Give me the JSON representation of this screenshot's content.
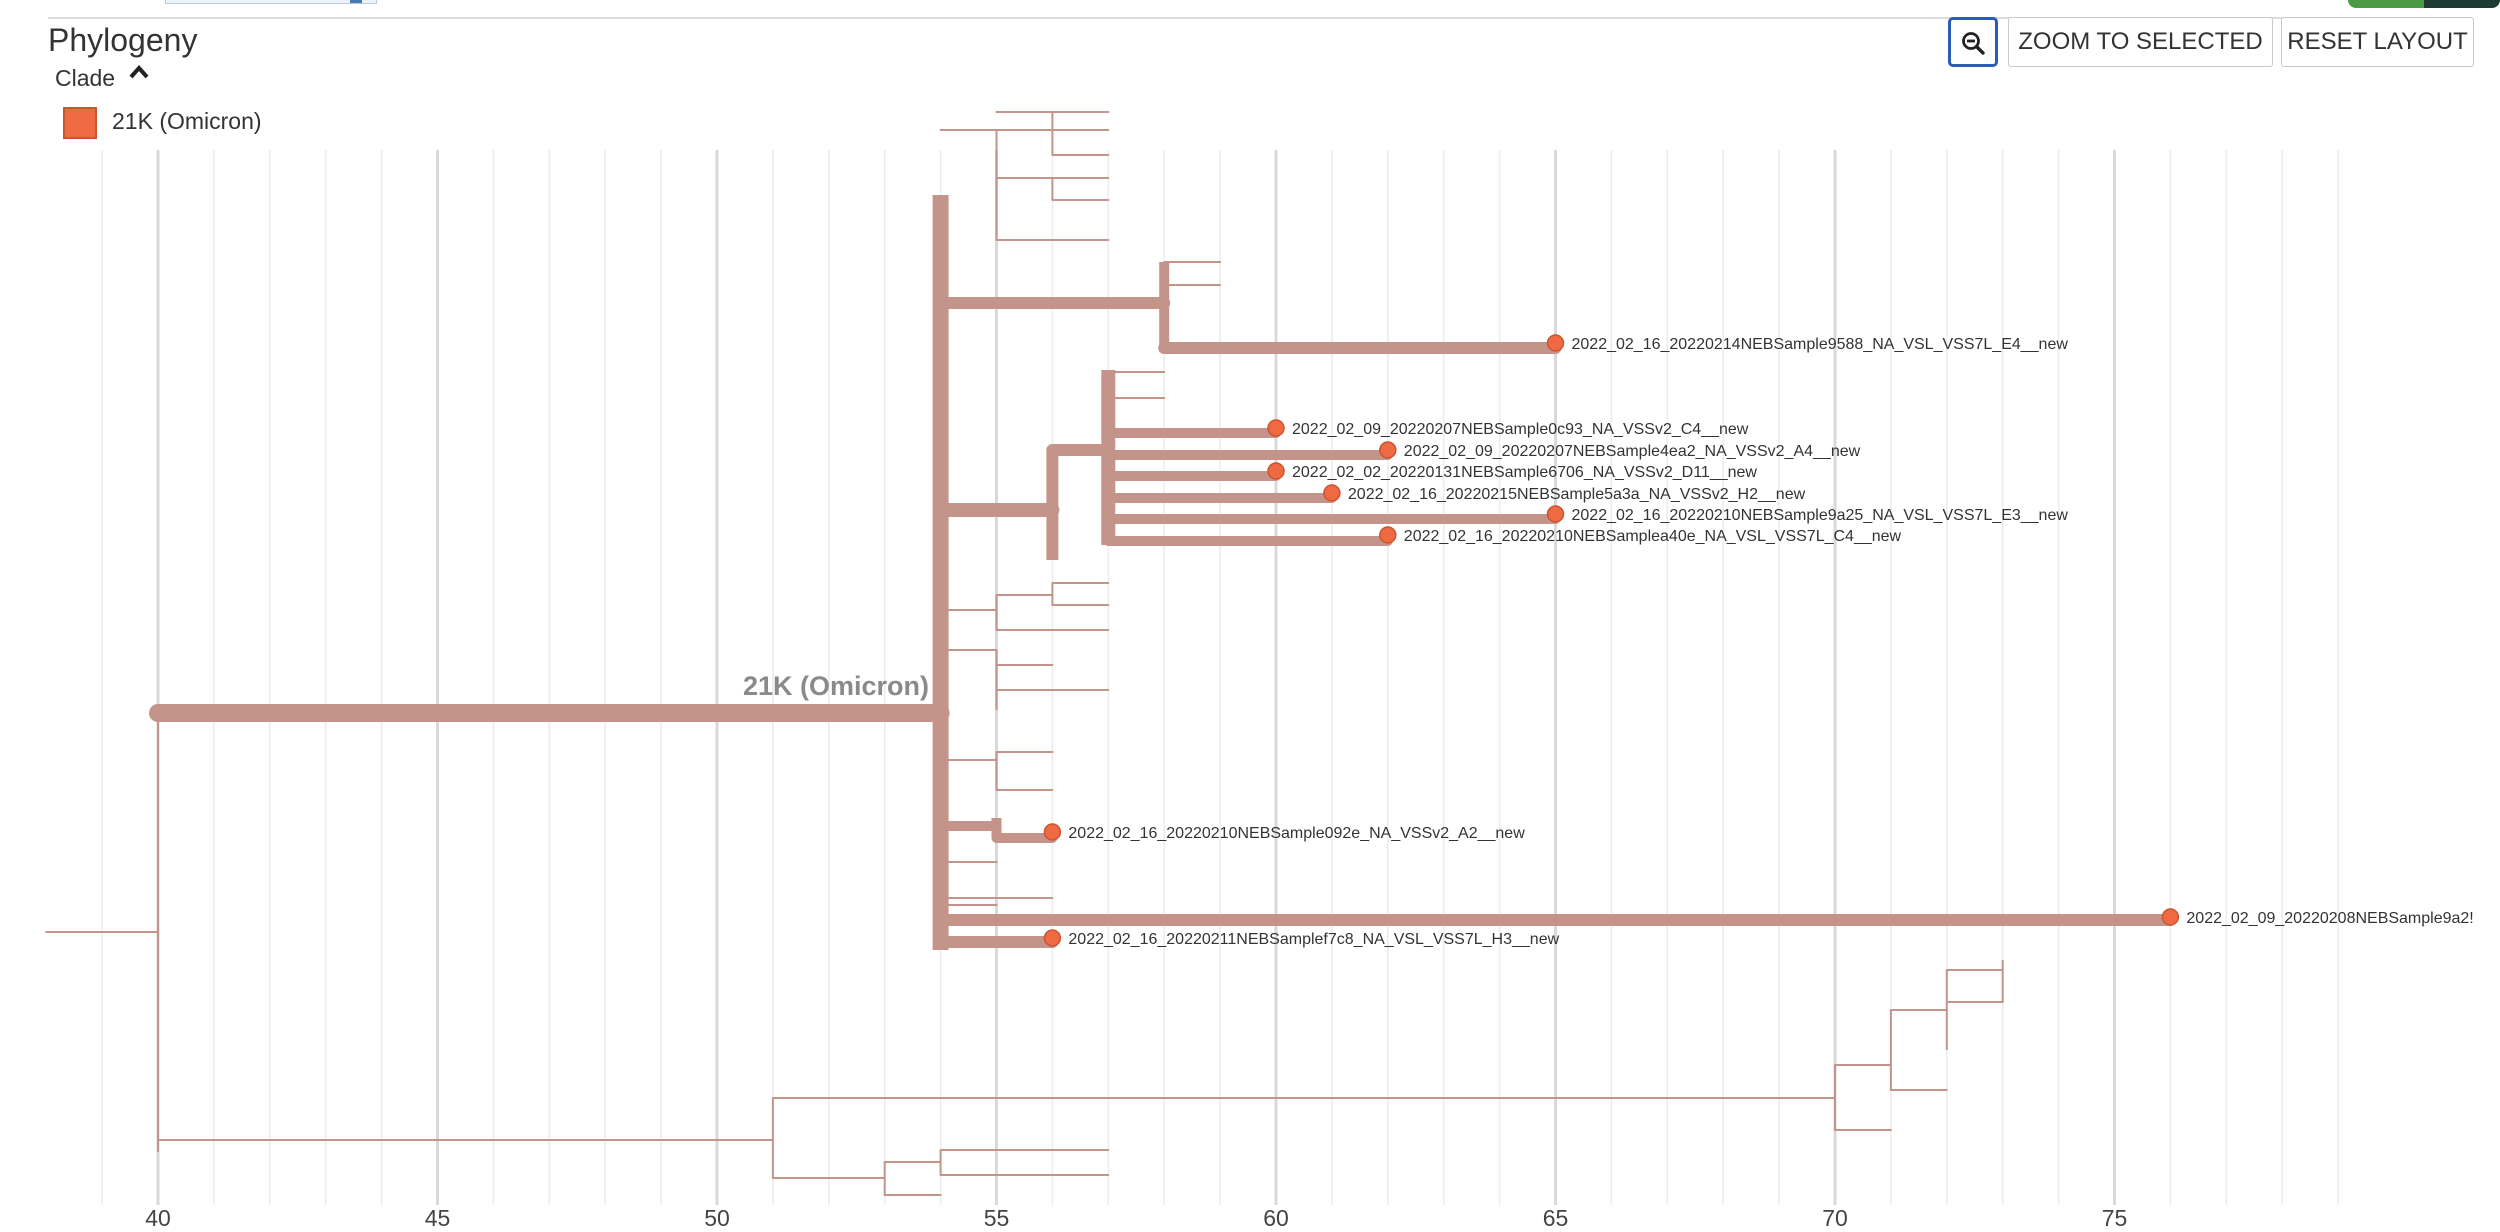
{
  "panel": {
    "title": "Phylogeny"
  },
  "toolbar": {
    "zoom_icon": "zoom-out-icon",
    "zoom_to_selected_label": "ZOOM TO SELECTED",
    "reset_layout_label": "RESET LAYOUT"
  },
  "legend": {
    "color_by": "Clade",
    "items": [
      {
        "label": "21K (Omicron)",
        "color": "#ef6a42"
      }
    ]
  },
  "colors": {
    "branch": "#c4938a",
    "tip": "#ef6a42",
    "tip_stroke": "#c9562f",
    "grid_major": "#d9d9d9",
    "grid_minor": "#ececec"
  },
  "tree": {
    "x_axis": {
      "ticks": [
        40,
        45,
        50,
        55,
        60,
        65,
        70,
        75
      ],
      "range": [
        38,
        79.5
      ]
    },
    "clade_label": "21K (Omicron)",
    "tips": [
      {
        "label": "2022_02_16_20220214NEBSample9588_NA_VSL_VSS7L_E4__new",
        "x": 65
      },
      {
        "label": "2022_02_09_20220207NEBSample0c93_NA_VSSv2_C4__new",
        "x": 60
      },
      {
        "label": "2022_02_09_20220207NEBSample4ea2_NA_VSSv2_A4__new",
        "x": 62
      },
      {
        "label": "2022_02_02_20220131NEBSample6706_NA_VSSv2_D11__new",
        "x": 60
      },
      {
        "label": "2022_02_16_20220215NEBSample5a3a_NA_VSSv2_H2__new",
        "x": 61
      },
      {
        "label": "2022_02_16_20220210NEBSample9a25_NA_VSL_VSS7L_E3__new",
        "x": 65
      },
      {
        "label": "2022_02_16_20220210NEBSamplea40e_NA_VSL_VSS7L_C4__new",
        "x": 62
      },
      {
        "label": "2022_02_16_20220210NEBSample092e_NA_VSSv2_A2__new",
        "x": 56
      },
      {
        "label": "2022_02_09_20220208NEBSample9a2!",
        "x": 76
      },
      {
        "label": "2022_02_16_20220211NEBSamplef7c8_NA_VSL_VSS7L_H3__new",
        "x": 56
      }
    ]
  }
}
